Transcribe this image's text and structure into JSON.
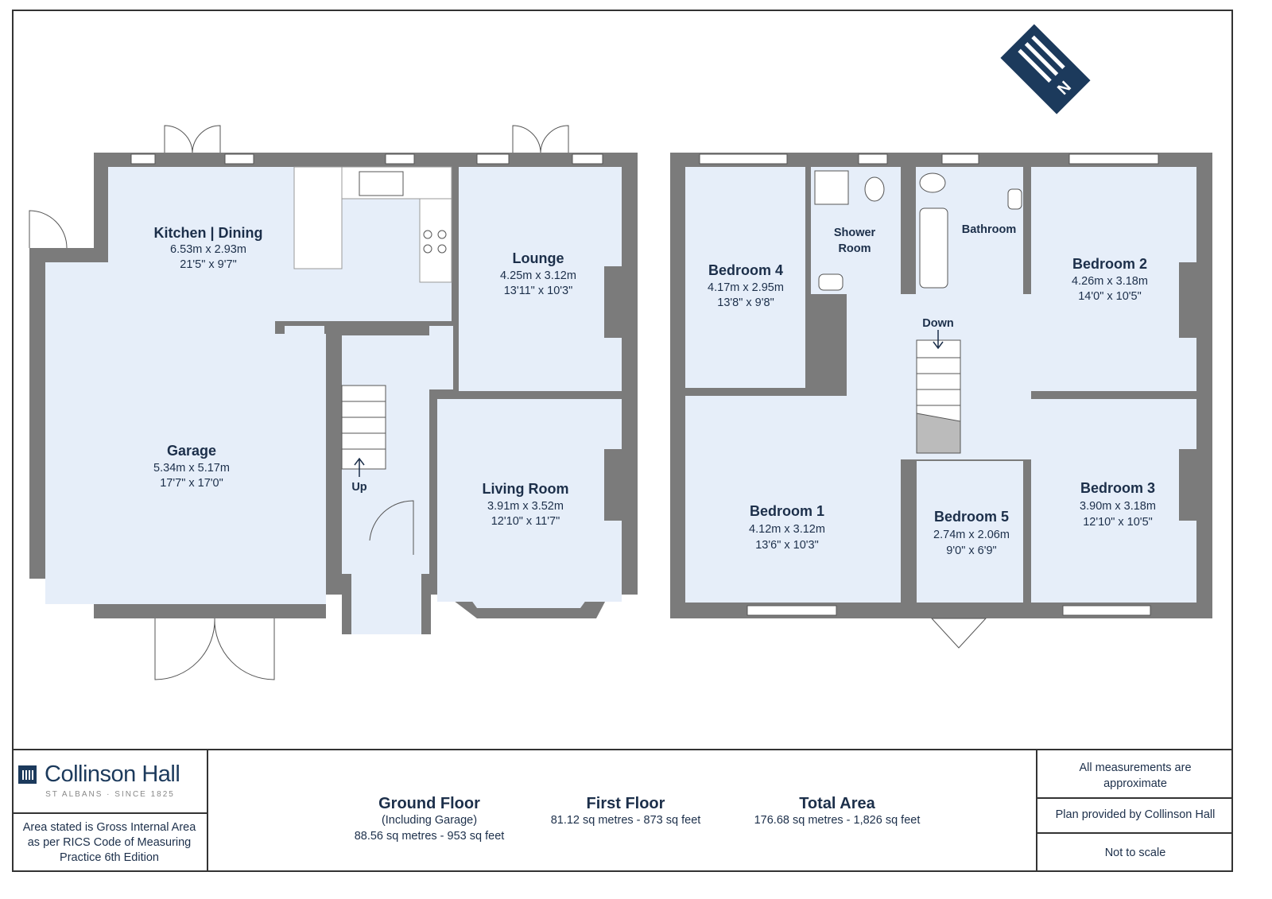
{
  "ground_floor": {
    "rooms": [
      {
        "name": "Kitchen | Dining",
        "metric": "6.53m x 2.93m",
        "imperial": "21'5\" x 9'7\""
      },
      {
        "name": "Lounge",
        "metric": "4.25m x 3.12m",
        "imperial": "13'11\" x 10'3\""
      },
      {
        "name": "Garage",
        "metric": "5.34m x 5.17m",
        "imperial": "17'7\" x 17'0\""
      },
      {
        "name": "Living Room",
        "metric": "3.91m x 3.52m",
        "imperial": "12'10\" x 11'7\""
      }
    ],
    "stairs_label": "Up"
  },
  "first_floor": {
    "rooms": [
      {
        "name": "Bedroom 4",
        "metric": "4.17m x 2.95m",
        "imperial": "13'8\" x 9'8\""
      },
      {
        "name": "Shower",
        "name2": "Room"
      },
      {
        "name": "Bathroom"
      },
      {
        "name": "Bedroom 2",
        "metric": "4.26m x 3.18m",
        "imperial": "14'0\" x 10'5\""
      },
      {
        "name": "Bedroom 1",
        "metric": "4.12m x 3.12m",
        "imperial": "13'6\" x 10'3\""
      },
      {
        "name": "Bedroom 5",
        "metric": "2.74m x 2.06m",
        "imperial": "9'0\" x 6'9\""
      },
      {
        "name": "Bedroom 3",
        "metric": "3.90m x 3.18m",
        "imperial": "12'10\" x 10'5\""
      }
    ],
    "stairs_label": "Down"
  },
  "compass": {
    "label": "N"
  },
  "footer": {
    "brand": "Collinson Hall",
    "brand_sub": "ST ALBANS · SINCE 1825",
    "gia_note": [
      "Area stated is Gross Internal Area",
      "as per RICS Code of Measuring",
      "Practice 6th Edition"
    ],
    "ground": {
      "title": "Ground Floor",
      "note": "(Including Garage)",
      "area": "88.56 sq metres - 953 sq feet"
    },
    "first": {
      "title": "First Floor",
      "area": "81.12 sq metres - 873 sq feet"
    },
    "total": {
      "title": "Total Area",
      "area": "176.68 sq metres - 1,826 sq feet"
    },
    "disclaimers": [
      "All measurements are",
      "approximate",
      "Plan provided by Collinson Hall",
      "Not to scale"
    ]
  },
  "colors": {
    "wall": "#7b7b7b",
    "room": "#e6eef9",
    "ink": "#1c2f4a",
    "brand": "#1c3a5c"
  }
}
